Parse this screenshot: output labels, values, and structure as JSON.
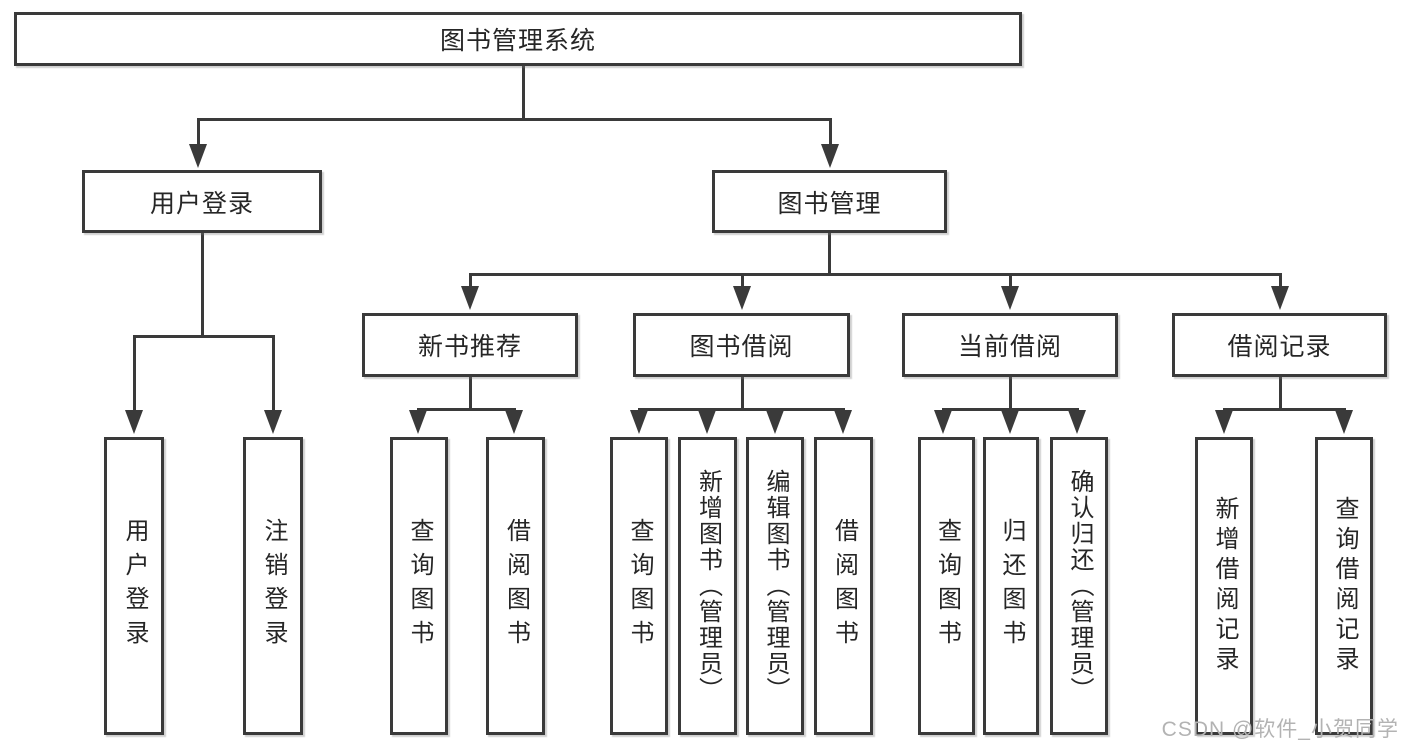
{
  "diagram": {
    "title": "图书管理系统",
    "nodes": [
      {
        "id": "system",
        "label": "图书管理系统",
        "level": 1,
        "parent": null
      },
      {
        "id": "user-login",
        "label": "用户登录",
        "level": 2,
        "parent": "system"
      },
      {
        "id": "book-management",
        "label": "图书管理",
        "level": 2,
        "parent": "system"
      },
      {
        "id": "new-book-recommend",
        "label": "新书推荐",
        "level": 3,
        "parent": "book-management"
      },
      {
        "id": "book-borrowing",
        "label": "图书借阅",
        "level": 3,
        "parent": "book-management"
      },
      {
        "id": "current-borrowing",
        "label": "当前借阅",
        "level": 3,
        "parent": "book-management"
      },
      {
        "id": "borrowing-records",
        "label": "借阅记录",
        "level": 3,
        "parent": "book-management"
      },
      {
        "id": "leaf-user-login",
        "label": "用户登录",
        "level": 4,
        "parent": "user-login"
      },
      {
        "id": "leaf-logout",
        "label": "注销登录",
        "level": 4,
        "parent": "user-login"
      },
      {
        "id": "leaf-query-books-1",
        "label": "查询图书",
        "level": 4,
        "parent": "new-book-recommend"
      },
      {
        "id": "leaf-borrow-books-1",
        "label": "借阅图书",
        "level": 4,
        "parent": "new-book-recommend"
      },
      {
        "id": "leaf-query-books-2",
        "label": "查询图书",
        "level": 4,
        "parent": "book-borrowing"
      },
      {
        "id": "leaf-add-books-admin",
        "label": "新增图书（管理员）",
        "level": 4,
        "parent": "book-borrowing"
      },
      {
        "id": "leaf-edit-books-admin",
        "label": "编辑图书（管理员）",
        "level": 4,
        "parent": "book-borrowing"
      },
      {
        "id": "leaf-borrow-books-2",
        "label": "借阅图书",
        "level": 4,
        "parent": "book-borrowing"
      },
      {
        "id": "leaf-query-books-3",
        "label": "查询图书",
        "level": 4,
        "parent": "current-borrowing"
      },
      {
        "id": "leaf-return-books",
        "label": "归还图书",
        "level": 4,
        "parent": "current-borrowing"
      },
      {
        "id": "leaf-confirm-return",
        "label": "确认归还（管理员）",
        "level": 4,
        "parent": "current-borrowing"
      },
      {
        "id": "leaf-add-borrow-record",
        "label": "新增借阅记录",
        "level": 4,
        "parent": "borrowing-records"
      },
      {
        "id": "leaf-query-borrow-record",
        "label": "查询借阅记录",
        "level": 4,
        "parent": "borrowing-records"
      }
    ]
  },
  "watermark": {
    "text": "CSDN @软件_小贺同学"
  },
  "colors": {
    "line": "#3a3a3a",
    "text": "#262626",
    "background": "#ffffff",
    "watermark": "#b3b3b3"
  }
}
